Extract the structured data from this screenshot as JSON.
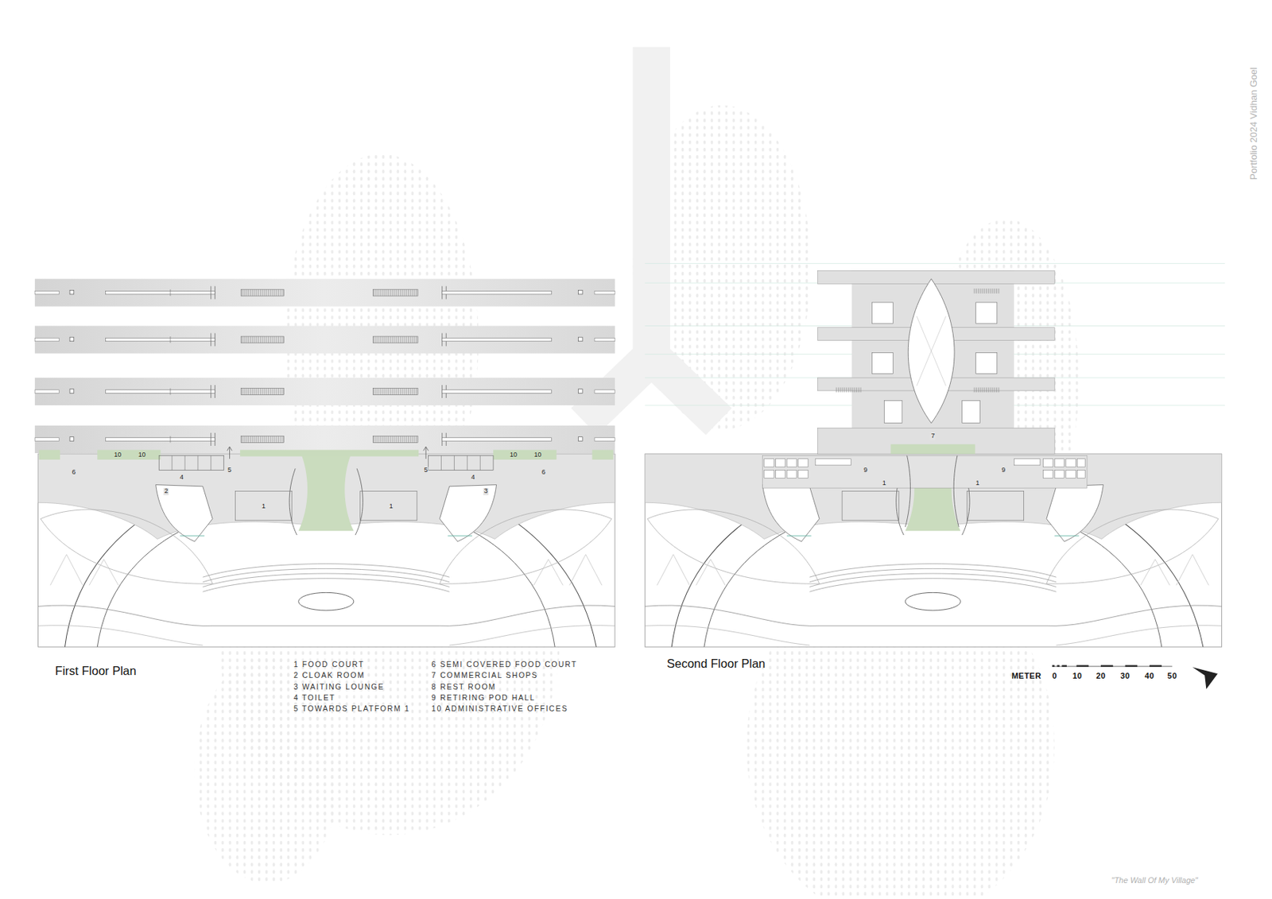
{
  "diagram": {
    "labels": [
      "First Floor Plan",
      "1 FOOD COURT",
      "2 CLOAK ROOM",
      "3 WAITING LOUNGE",
      "4 TOILET",
      "5 TOWARDS PLATFORM 1",
      "6 SEMI COVERED FOOD COURT",
      "7 COMMERCIAL SHOPS",
      "8 REST ROOM",
      "9 RETIRING POD HALL",
      "10 ADMINISTRATIVE OFFICES",
      "Second Floor Plan",
      "METER",
      "0",
      "10",
      "20",
      "30",
      "40",
      "50",
      "6",
      "10",
      "10",
      "2",
      "4",
      "5",
      "1",
      "1",
      "5",
      "4",
      "3",
      "10",
      "10",
      "6",
      "7",
      "9",
      "1",
      "1",
      "9",
      "Portfolio 2024 Vidhan Goel",
      "\"The Wall Of My Village\""
    ]
  }
}
